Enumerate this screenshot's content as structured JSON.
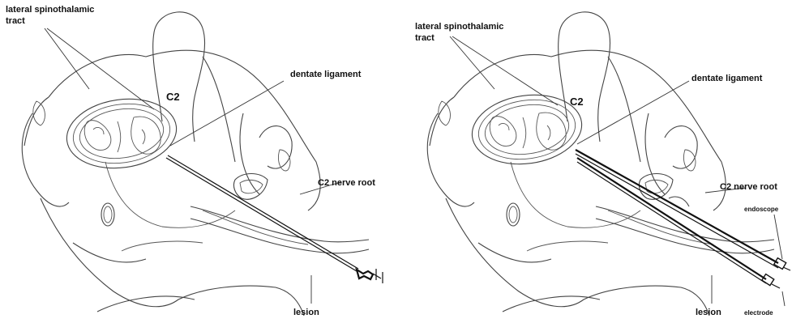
{
  "left_panel": {
    "labels": {
      "spinothalamic_line1": "lateral spinothalamic",
      "spinothalamic_line2": "tract",
      "vertebra": "C2",
      "dentate_ligament": "dentate ligament",
      "nerve_root": "C2 nerve root",
      "lesion": "lesion"
    }
  },
  "right_panel": {
    "labels": {
      "spinothalamic_line1": "lateral spinothalamic",
      "spinothalamic_line2": "tract",
      "vertebra": "C2",
      "dentate_ligament": "dentate ligament",
      "nerve_root": "C2 nerve root",
      "endoscope": "endoscope",
      "lesion": "lesion",
      "electrode": "electrode"
    }
  },
  "colors": {
    "line": "#444444",
    "tool": "#111111",
    "background": "#ffffff"
  }
}
